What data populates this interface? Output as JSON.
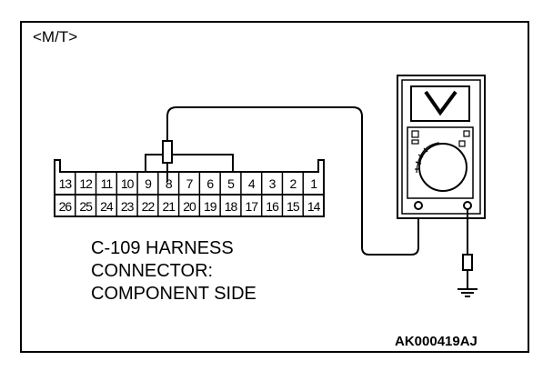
{
  "header": {
    "variant": "<M/T>"
  },
  "connector": {
    "top_pins": [
      "13",
      "12",
      "11",
      "10",
      "9",
      "8",
      "7",
      "6",
      "5",
      "4",
      "3",
      "2",
      "1"
    ],
    "bottom_pins": [
      "26",
      "25",
      "24",
      "23",
      "22",
      "21",
      "20",
      "19",
      "18",
      "17",
      "16",
      "15",
      "14"
    ],
    "probe_pin": "8"
  },
  "caption": {
    "line1": "C-109 HARNESS",
    "line2": "CONNECTOR:",
    "line3": "COMPONENT SIDE"
  },
  "figure_code": "AK000419AJ",
  "meter": {
    "mode_icon": "voltage-v-icon"
  }
}
